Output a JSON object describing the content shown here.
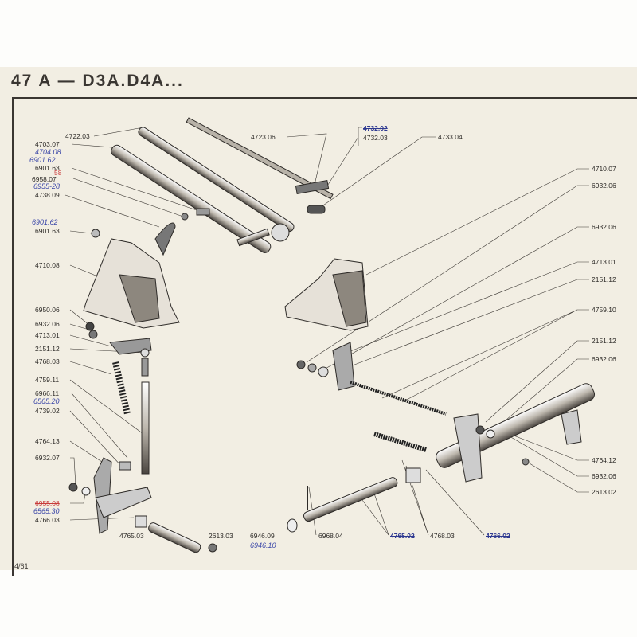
{
  "title": "47 A — D3A.D4A...",
  "page_number": "4/61",
  "labels": {
    "l4722_03": "4722.03",
    "l4703_07": "4703.07",
    "h4704_08": "4704.08",
    "h6901_62a": "6901.62",
    "l6901_63a": "6901.63",
    "r58": "58",
    "l6958_07": "6958.07",
    "h6955_28": "6955-28",
    "l4738_09": "4738.09",
    "h6901_62b": "6901.62",
    "l6901_63b": "6901.63",
    "l4710_08": "4710.08",
    "l6950_06": "6950.06",
    "l6932_06a": "6932.06",
    "l4713_01a": "4713.01",
    "l2151_12a": "2151.12",
    "l4768_03a": "4768.03",
    "l4759_11": "4759.11",
    "l6966_11": "6966.11",
    "h6565_20": "6565.20",
    "l4739_02": "4739.02",
    "l4764_13": "4764.13",
    "l6932_07": "6932.07",
    "l6955_08": "6955.08",
    "h6565_30": "6565.30",
    "l4766_03": "4766.03",
    "l4765_03": "4765.03",
    "l2613_03": "2613.03",
    "l6946_09": "6946.09",
    "h6946_10": "6946.10",
    "l6968_04": "6968.04",
    "s_bottom1": "4765.02",
    "l4768_03b": "4768.03",
    "s_bottom2": "4766.02",
    "l4723_06": "4723.06",
    "s4732_02": "4732.02",
    "l4732_03": "4732.03",
    "l4733_04": "4733.04",
    "l4710_07": "4710.07",
    "l6932_06b": "6932.06",
    "l6932_06c": "6932.06",
    "l4713_01b": "4713.01",
    "l2151_12b": "2151.12",
    "l4759_10": "4759.10",
    "l2151_12c": "2151.12",
    "l6932_06d": "6932.06",
    "l4764_12": "4764.12",
    "l6932_06e": "6932.06",
    "l2613_02": "2613.02"
  }
}
